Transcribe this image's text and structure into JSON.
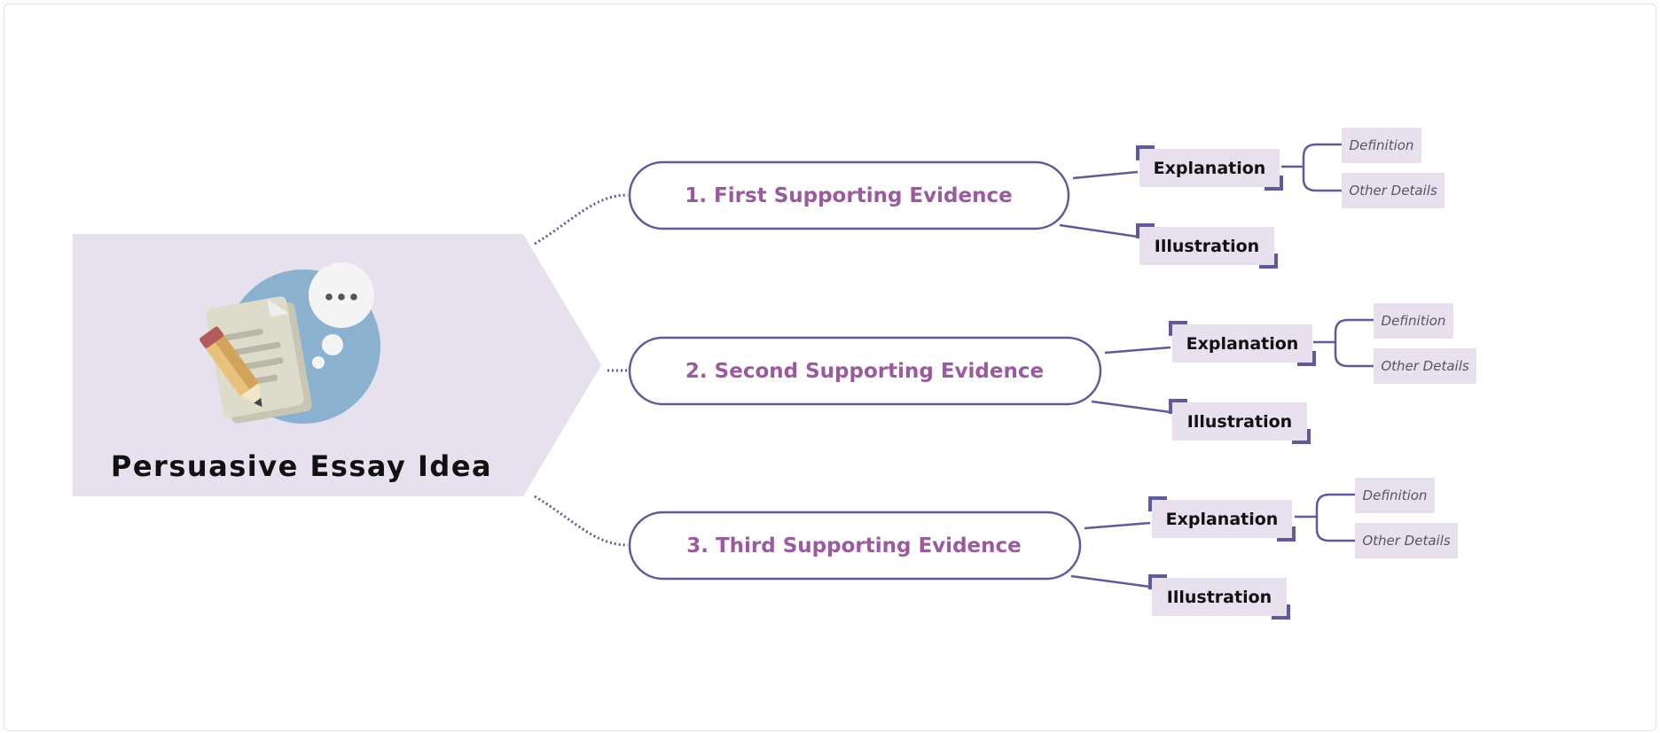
{
  "central": {
    "title": "Persuasive Essay Idea",
    "icon": "essay-document-pencil-speech-bubble-icon"
  },
  "colors": {
    "central_fill": "#e7e0ee",
    "line": "#5f5a98",
    "topic_text": "#9b5aa0",
    "sub_fill": "#e8e0ee",
    "icon_circle": "#8ab1cf"
  },
  "topics": [
    {
      "label": "1. First Supporting Evidence",
      "explanation": "Explanation",
      "illustration": "Illustration",
      "leaves": [
        "Definition",
        "Other Details"
      ]
    },
    {
      "label": "2. Second Supporting Evidence",
      "explanation": "Explanation",
      "illustration": "Illustration",
      "leaves": [
        "Definition",
        "Other Details"
      ]
    },
    {
      "label": "3. Third Supporting Evidence",
      "explanation": "Explanation",
      "illustration": "Illustration",
      "leaves": [
        "Definition",
        "Other Details"
      ]
    }
  ]
}
